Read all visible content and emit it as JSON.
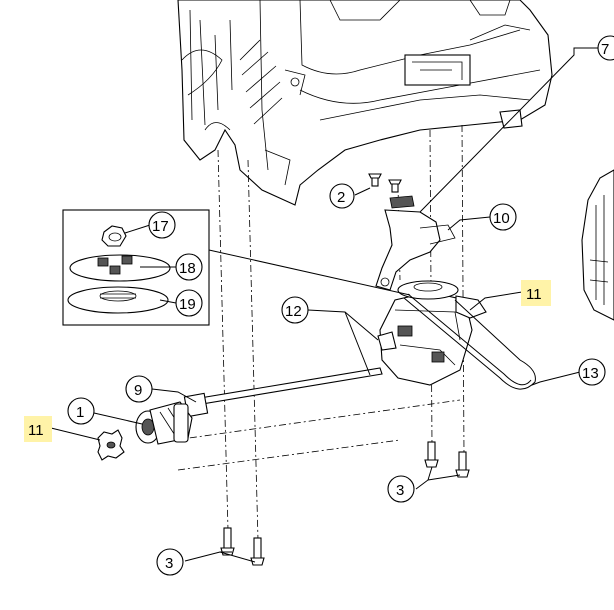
{
  "callouts": {
    "c7": "7",
    "c2": "2",
    "c10": "10",
    "c17": "17",
    "c18": "18",
    "c19": "19",
    "c12": "12",
    "c11_right": "11",
    "c13": "13",
    "c9": "9",
    "c1": "1",
    "c11_left": "11",
    "c3_mid": "3",
    "c3_bottom": "3"
  },
  "colors": {
    "highlight": "#fff3a8",
    "line": "#000000",
    "background": "#ffffff"
  }
}
